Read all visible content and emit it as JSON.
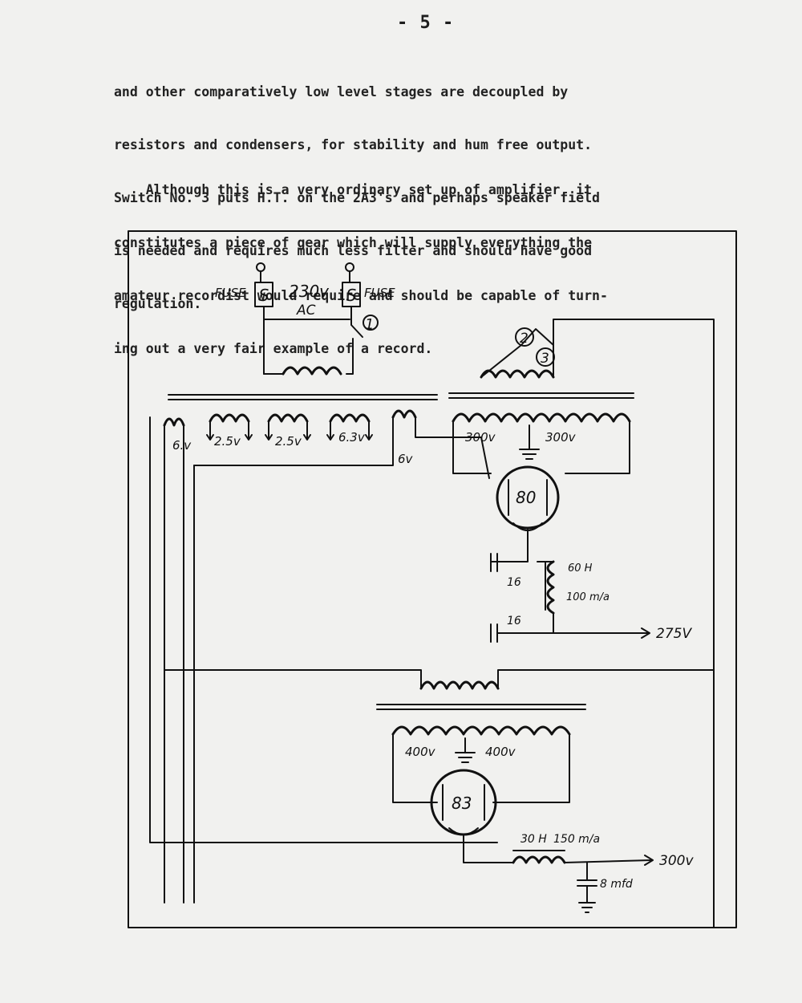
{
  "page_number": "- 5 -",
  "paragraph1": [
    "and other comparatively low level stages are decoupled by",
    "resistors and condensers, for stability and hum free output.",
    "Switch No. 3 puts H.T. on the 2A3's and perhaps speaker field",
    "is needed and requires much less filter and should have good",
    "regulation."
  ],
  "paragraph2": [
    "    Although this is a very ordinary set up of amplifier, it",
    "constitutes a piece of gear which will supply everything the",
    "amateur recordist would require and should be capable of turn-",
    "ing out a very fair example of a record."
  ],
  "schematic": {
    "fuse_left_label": "FUSE",
    "fuse_right_label": "FUSE",
    "fuse_symbol": "S",
    "mains_voltage": "230v",
    "mains_type": "AC",
    "switch1": "1",
    "switch2": "2",
    "switch3": "3",
    "winding_6v_left": "6.v",
    "winding_2_5v_a": "2.5v",
    "winding_2_5v_b": "2.5v",
    "winding_6_3v": "6.3v",
    "winding_6v_right": "6v",
    "ht_winding_a_left": "300v",
    "ht_winding_a_right": "300v",
    "rectifier_a": "80",
    "cap_a1": "16",
    "choke_a_value": "60 H",
    "choke_a_current": "100 m/a",
    "cap_a2": "16",
    "output_a": "275V",
    "ht_winding_b_left": "400v",
    "ht_winding_b_right": "400v",
    "rectifier_b": "83",
    "choke_b_value": "30 H",
    "choke_b_current": "150 m/a",
    "output_b": "300v",
    "cap_b": "8 mfd"
  }
}
